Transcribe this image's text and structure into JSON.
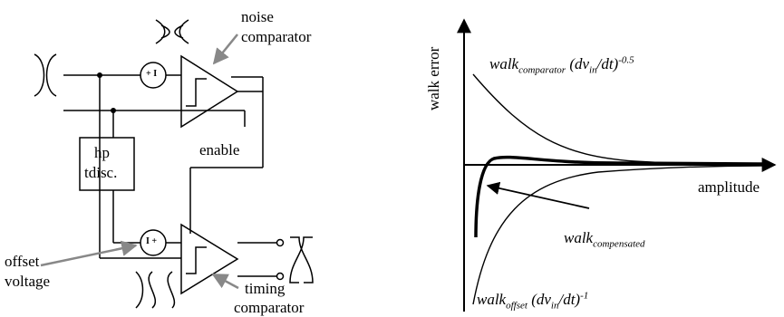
{
  "circuit": {
    "noise_label_1": "noise",
    "noise_label_2": "comparator",
    "timing_label_1": "timing",
    "timing_label_2": "comparator",
    "offset_label_1": "offset",
    "offset_label_2": "voltage",
    "hp_label_1": "hp",
    "hp_label_2": "tdisc.",
    "enable_label": "enable",
    "adder_top": "+ I",
    "adder_bottom": "I +"
  },
  "plot": {
    "ylabel": "walk error",
    "xlabel": "amplitude",
    "comparator": {
      "base": "walk",
      "sub": "comparator",
      "mid": " (dv",
      "sub2": "in",
      "tail": "/dt)",
      "sup": "-0.5"
    },
    "compensated": {
      "base": "walk",
      "sub": "compensated"
    },
    "offset": {
      "base": "walk",
      "sub": "offset",
      "mid": " (dv",
      "sub2": "in",
      "tail": "/dt)",
      "sup": "-1"
    }
  }
}
